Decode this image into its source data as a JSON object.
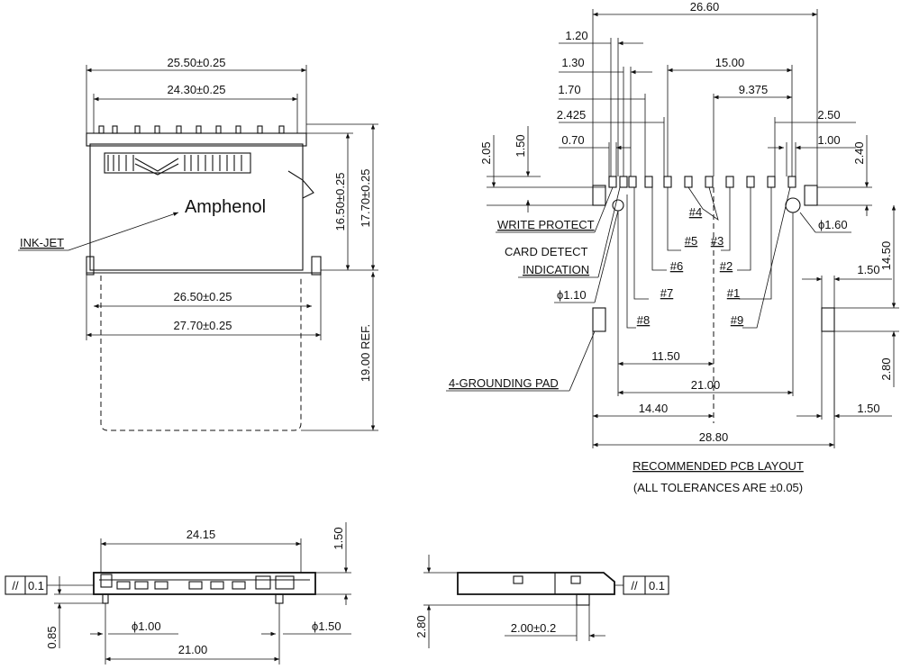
{
  "brand": "Amphenol",
  "top_view": {
    "dim_overall_width": "25.50±0.25",
    "dim_inner_width": "24.30±0.25",
    "dim_height_a": "16.50±0.25",
    "dim_height_b": "17.70±0.25",
    "dim_card_width_a": "26.50±0.25",
    "dim_card_width_b": "27.70±0.25",
    "dim_card_ref": "19.00 REF.",
    "label_inkjet": "INK-JET"
  },
  "pcb_layout": {
    "dims": {
      "d26_60": "26.60",
      "d1_20": "1.20",
      "d1_30": "1.30",
      "d15_00": "15.00",
      "d1_70": "1.70",
      "d9_375": "9.375",
      "d2_425": "2.425",
      "d2_50": "2.50",
      "d0_70": "0.70",
      "d1_00": "1.00",
      "d1_50_v": "1.50",
      "d2_05": "2.05",
      "d2_40": "2.40",
      "d14_50": "14.50",
      "d1_50_r": "1.50",
      "d2_80": "2.80",
      "d1_50_rb": "1.50",
      "d11_50": "11.50",
      "d21_00": "21.00",
      "d14_40": "14.40",
      "d28_80": "28.80",
      "phi_1_60": "ϕ1.60",
      "phi_1_10": "ϕ1.10"
    },
    "labels": {
      "write_protect": "WRITE PROTECT",
      "card_detect_1": "CARD DETECT",
      "card_detect_2": "INDICATION",
      "grounding": "4-GROUNDING PAD",
      "title": "RECOMMENDED PCB LAYOUT",
      "tolerance": "(ALL TOLERANCES ARE ±0.05)"
    },
    "pins": [
      "#4",
      "#5",
      "#3",
      "#6",
      "#2",
      "#7",
      "#1",
      "#8",
      "#9"
    ]
  },
  "front_view": {
    "d24_15": "24.15",
    "d1_50": "1.50",
    "d0_85": "0.85",
    "phi_1_00": "ϕ1.00",
    "phi_1_50": "ϕ1.50",
    "d21_00": "21.00",
    "flat_sym": "//",
    "flat_val": "0.1"
  },
  "side_view": {
    "d2_80": "2.80",
    "d2_00": "2.00±0.2",
    "flat_sym": "//",
    "flat_val": "0.1"
  }
}
